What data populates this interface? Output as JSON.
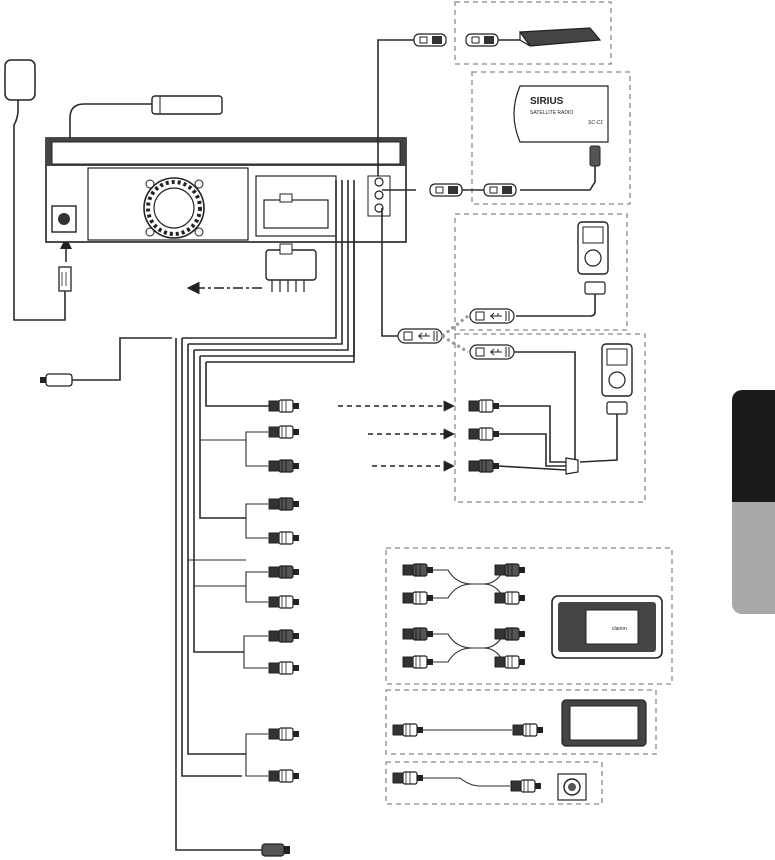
{
  "sirius_module": {
    "logo_text": "SIRIUS",
    "sub_text": "SATELLITE RADIO",
    "model": "SC-C1"
  },
  "amplifier": {
    "brand": "clarion"
  },
  "side_tabs": {
    "top_color": "#1b1b1b",
    "bottom_color": "#a9a9a9"
  },
  "icons": [
    "usb-icon",
    "antenna-icon",
    "ipod-icon",
    "arrow-icon"
  ]
}
